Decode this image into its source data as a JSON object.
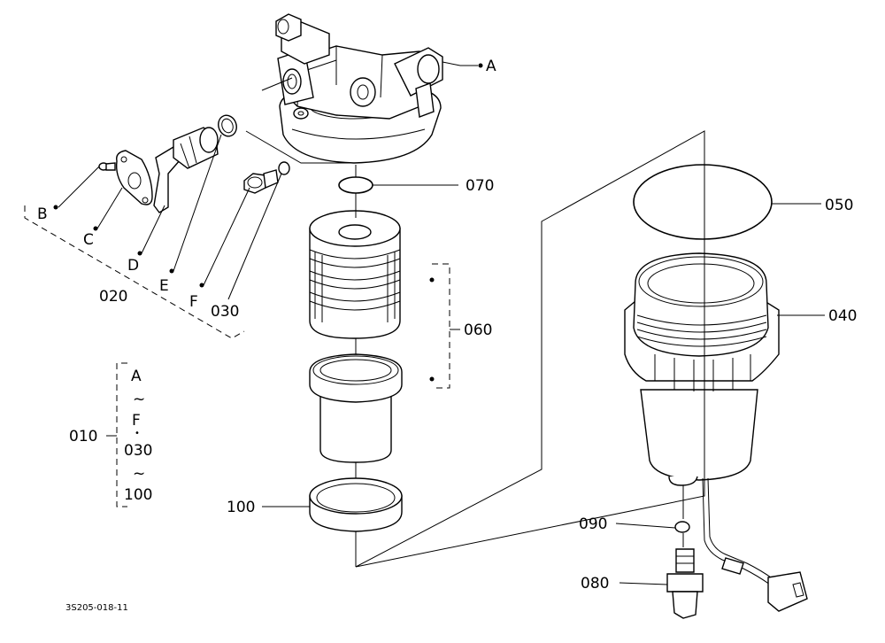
{
  "diagram_code": "3S205-018-11",
  "callouts": {
    "A": "A",
    "B": "B",
    "C": "C",
    "D": "D",
    "E": "E",
    "F": "F",
    "p020": "020",
    "p030": "030",
    "p050": "050",
    "p040": "040",
    "p060": "060",
    "p070": "070",
    "p080": "080",
    "p090": "090",
    "p100": "100"
  },
  "legend_010": {
    "label": "010",
    "range1_start": "A",
    "tilde": "~",
    "range1_end": "F",
    "separator": "•",
    "range2_start": "030",
    "range2_end": "100"
  }
}
